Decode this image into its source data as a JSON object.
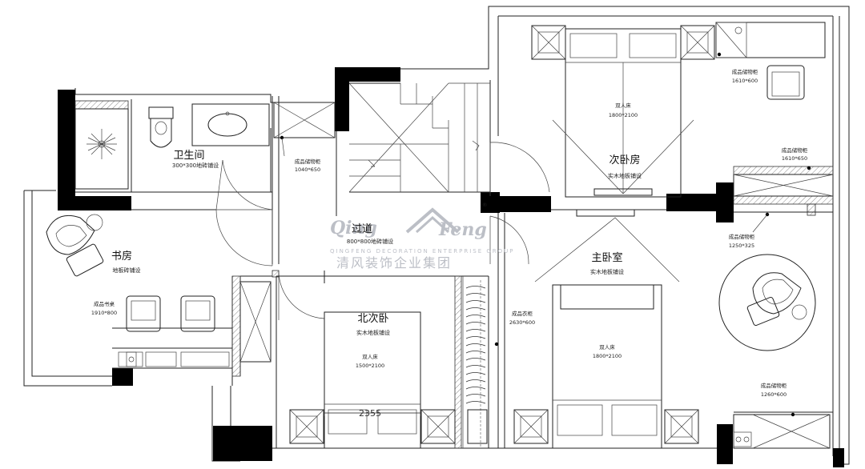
{
  "rooms": {
    "bathroom": {
      "name": "卫生间",
      "floor": "300*300地砖铺设"
    },
    "corridor": {
      "name": "过道",
      "floor": "800*800地砖铺设"
    },
    "second_bedroom": {
      "name": "次卧房",
      "floor": "实木地板铺设",
      "bed": "双人床",
      "bed_size": "1800*2100"
    },
    "study": {
      "name": "书房",
      "floor": "地板砖铺设",
      "desk": "成品书桌",
      "desk_size": "1910*800"
    },
    "north_bedroom": {
      "name": "北次卧",
      "floor": "实木地板铺设",
      "bed": "双人床",
      "bed_size": "1500*2100"
    },
    "master_bedroom": {
      "name": "主卧室",
      "floor": "实木地板铺设",
      "bed": "双人床",
      "bed_size": "1800*2100"
    }
  },
  "cabinets": {
    "corridor_cabinet": {
      "name": "成品储物柜",
      "size": "1040*650"
    },
    "bedroom2_cabinet_top": {
      "name": "成品储物柜",
      "size": "1610*600"
    },
    "bedroom2_cabinet_mid": {
      "name": "成品储物柜",
      "size": "1610*650"
    },
    "bedroom2_cabinet_low": {
      "name": "成品储物柜",
      "size": "1250*325"
    },
    "wardrobe": {
      "name": "成品衣柜",
      "size": "2630*600"
    },
    "master_cabinet": {
      "name": "成品储物柜",
      "size": "1260*600"
    }
  },
  "dimension": "2355",
  "watermark": {
    "brand_left": "Qing",
    "brand_right": "Feng",
    "english": "QINGFENG DECORATION ENTERPRISE GROUP",
    "chinese": "清风装饰企业集团",
    "registered": "®"
  }
}
